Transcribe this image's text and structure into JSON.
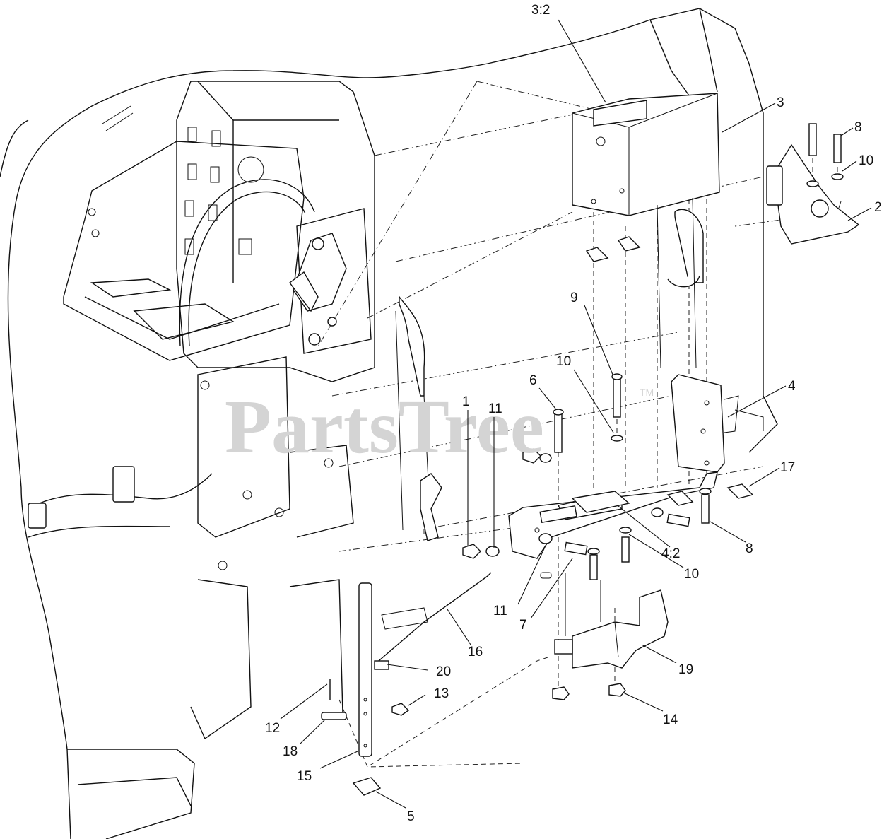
{
  "watermark": {
    "text": "PartsTree",
    "trademark": "TM"
  },
  "callouts": [
    {
      "id": "3:2",
      "text": "3:2"
    },
    {
      "id": "3",
      "text": "3"
    },
    {
      "id": "8a",
      "text": "8"
    },
    {
      "id": "10a",
      "text": "10"
    },
    {
      "id": "2",
      "text": "2"
    },
    {
      "id": "9",
      "text": "9"
    },
    {
      "id": "10b",
      "text": "10"
    },
    {
      "id": "6",
      "text": "6"
    },
    {
      "id": "1",
      "text": "1"
    },
    {
      "id": "11a",
      "text": "11"
    },
    {
      "id": "4",
      "text": "4"
    },
    {
      "id": "17",
      "text": "17"
    },
    {
      "id": "8b",
      "text": "8"
    },
    {
      "id": "4:2",
      "text": "4:2"
    },
    {
      "id": "10c",
      "text": "10"
    },
    {
      "id": "11b",
      "text": "11"
    },
    {
      "id": "7",
      "text": "7"
    },
    {
      "id": "16",
      "text": "16"
    },
    {
      "id": "19",
      "text": "19"
    },
    {
      "id": "20",
      "text": "20"
    },
    {
      "id": "13",
      "text": "13"
    },
    {
      "id": "12",
      "text": "12"
    },
    {
      "id": "18",
      "text": "18"
    },
    {
      "id": "14",
      "text": "14"
    },
    {
      "id": "15",
      "text": "15"
    },
    {
      "id": "5",
      "text": "5"
    }
  ]
}
